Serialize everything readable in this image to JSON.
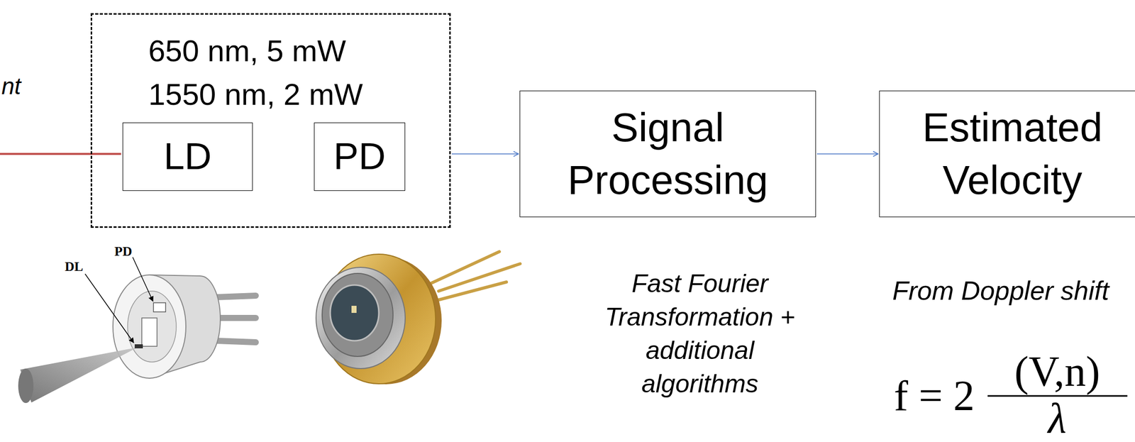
{
  "diagram": {
    "nodes": [
      {
        "text": [
          "650 nm, 5 mW",
          "1550 nm, 2 mW"
        ]
      },
      {
        "text": [
          "LD"
        ],
        "in": 0
      },
      {
        "text": [
          "PD"
        ],
        "in": 0
      },
      {
        "text": [
          "Signal Processing"
        ]
      },
      {
        "text": [
          "Estimated Velocity"
        ]
      }
    ],
    "edges": [
      {
        "from": 0,
        "to": 3,
        "arrow": "to"
      },
      {
        "from": 3,
        "to": 4,
        "arrow": "to"
      }
    ],
    "labels": [
      "nt",
      "DL",
      "PD",
      "Fast Fourier Transformation + additional algorithms",
      "From Doppler shift",
      "f = 2",
      "(V,n)",
      "λ"
    ]
  }
}
